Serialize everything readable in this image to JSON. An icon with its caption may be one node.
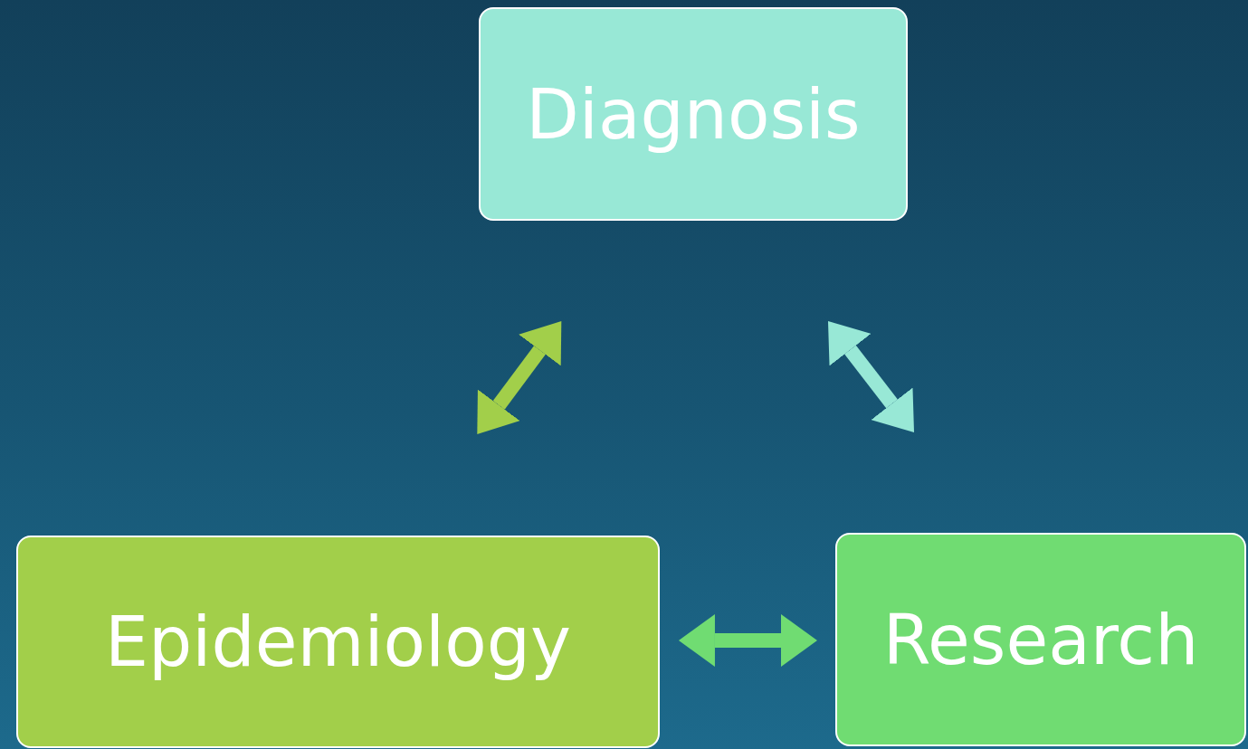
{
  "diagram": {
    "nodes": [
      {
        "text": [
          "Diagnosis"
        ]
      },
      {
        "text": [
          "Epidemiology"
        ]
      },
      {
        "text": [
          "Research"
        ]
      }
    ],
    "edges": [
      {
        "from": 1,
        "to": 0,
        "arrow": "both",
        "color": "#a2cf4a"
      },
      {
        "from": 0,
        "to": 2,
        "arrow": "both",
        "color": "#98e8d6"
      },
      {
        "from": 1,
        "to": 2,
        "arrow": "both",
        "color": "#70dc72"
      }
    ]
  }
}
